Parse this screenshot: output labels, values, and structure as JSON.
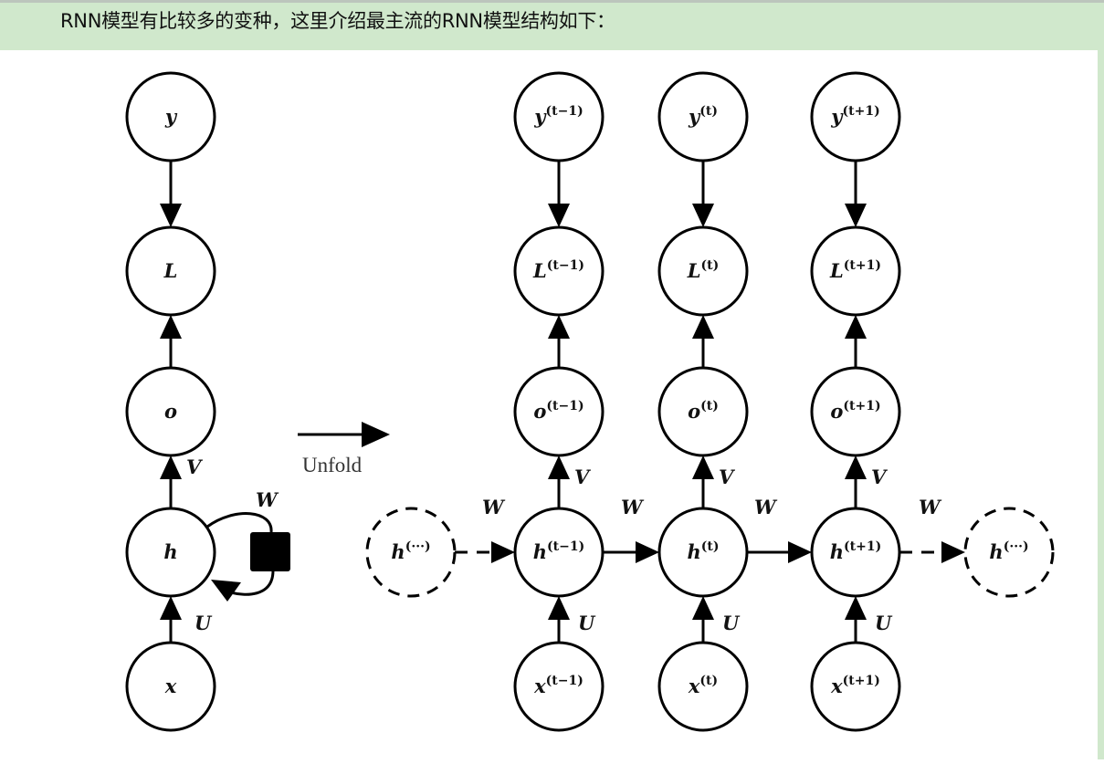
{
  "banner": {
    "text": "RNN模型有比较多的变种，这里介绍最主流的RNN模型结构如下："
  },
  "colors": {
    "banner_bg": "#d0e8cc",
    "stroke": "#000000"
  },
  "diagram": {
    "title": "RNN unfolded computational graph",
    "folded": {
      "nodes": [
        {
          "id": "y",
          "base": "y"
        },
        {
          "id": "L",
          "base": "L"
        },
        {
          "id": "o",
          "base": "o"
        },
        {
          "id": "h",
          "base": "h"
        },
        {
          "id": "x",
          "base": "x"
        }
      ],
      "edge_labels": {
        "V": "V",
        "W": "W",
        "U": "U"
      }
    },
    "unfold_label": "Unfold",
    "unfolded": {
      "timesteps": [
        {
          "sup": "(t−1)"
        },
        {
          "sup": "(t)"
        },
        {
          "sup": "(t+1)"
        }
      ],
      "row_bases": [
        "y",
        "L",
        "o",
        "h",
        "x"
      ],
      "edge_labels": {
        "V": "V",
        "W": "W",
        "U": "U"
      },
      "ellipsis_node": {
        "base": "h",
        "sup": "(···)"
      }
    }
  }
}
